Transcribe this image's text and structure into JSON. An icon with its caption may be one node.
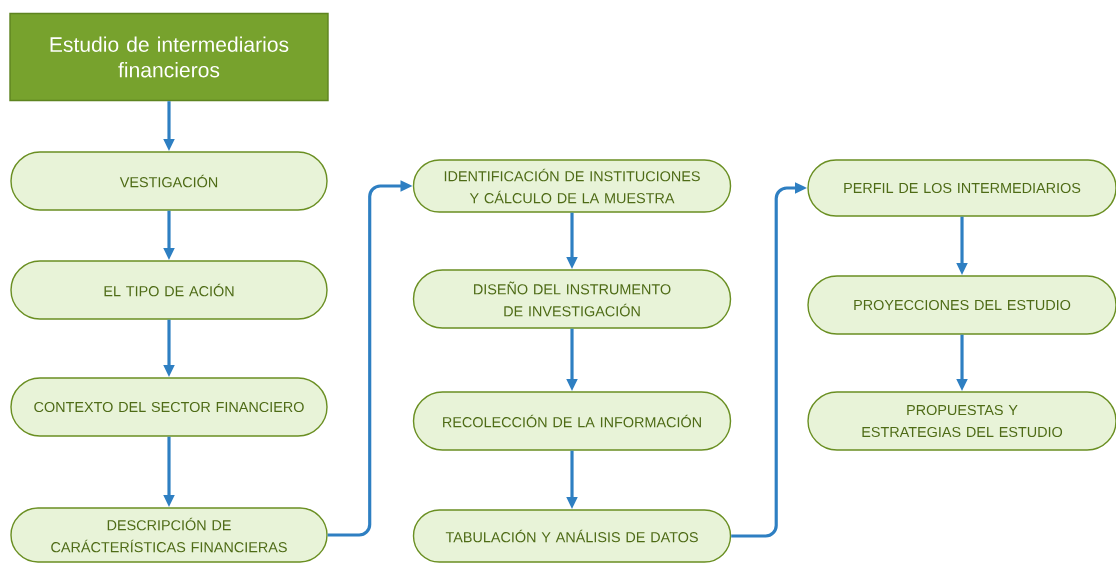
{
  "diagram": {
    "nodes": [
      {
        "text": [
          "Estudio de intermediarios financieros"
        ]
      },
      {
        "text": [
          "VESTIGACIÓN"
        ]
      },
      {
        "text": [
          "EL TIPO DE ACIÓN"
        ]
      },
      {
        "text": [
          "CONTEXTO DEL SECTOR FINANCIERO"
        ]
      },
      {
        "text": [
          "DESCRIPCIÓN DE CARÁCTERÍSTICAS FINANCIERAS"
        ]
      },
      {
        "text": [
          "IDENTIFICACIÓN DE INSTITUCIONES Y CÁLCULO DE LA MUESTRA"
        ]
      },
      {
        "text": [
          "DISEÑO DEL INSTRUMENTO DE INVESTIGACIÓN"
        ]
      },
      {
        "text": [
          "RECOLECCIÓN DE LA INFORMACIÓN"
        ]
      },
      {
        "text": [
          "TABULACIÓN Y ANÁLISIS DE DATOS"
        ]
      },
      {
        "text": [
          "PERFIL DE LOS INTERMEDIARIOS"
        ]
      },
      {
        "text": [
          "PROYECCIONES DEL ESTUDIO"
        ]
      },
      {
        "text": [
          "PROPUESTAS Y ESTRATEGIAS DEL ESTUDIO"
        ]
      }
    ],
    "edges": [
      {
        "from": 0,
        "to": 1,
        "arrow": "to"
      },
      {
        "from": 1,
        "to": 2,
        "arrow": "to"
      },
      {
        "from": 2,
        "to": 3,
        "arrow": "to"
      },
      {
        "from": 3,
        "to": 4,
        "arrow": "to"
      },
      {
        "from": 4,
        "to": 5,
        "arrow": "to"
      },
      {
        "from": 5,
        "to": 6,
        "arrow": "to"
      },
      {
        "from": 6,
        "to": 7,
        "arrow": "to"
      },
      {
        "from": 7,
        "to": 8,
        "arrow": "to"
      },
      {
        "from": 8,
        "to": 9,
        "arrow": "to"
      },
      {
        "from": 9,
        "to": 10,
        "arrow": "to"
      },
      {
        "from": 10,
        "to": 11,
        "arrow": "to"
      }
    ]
  }
}
